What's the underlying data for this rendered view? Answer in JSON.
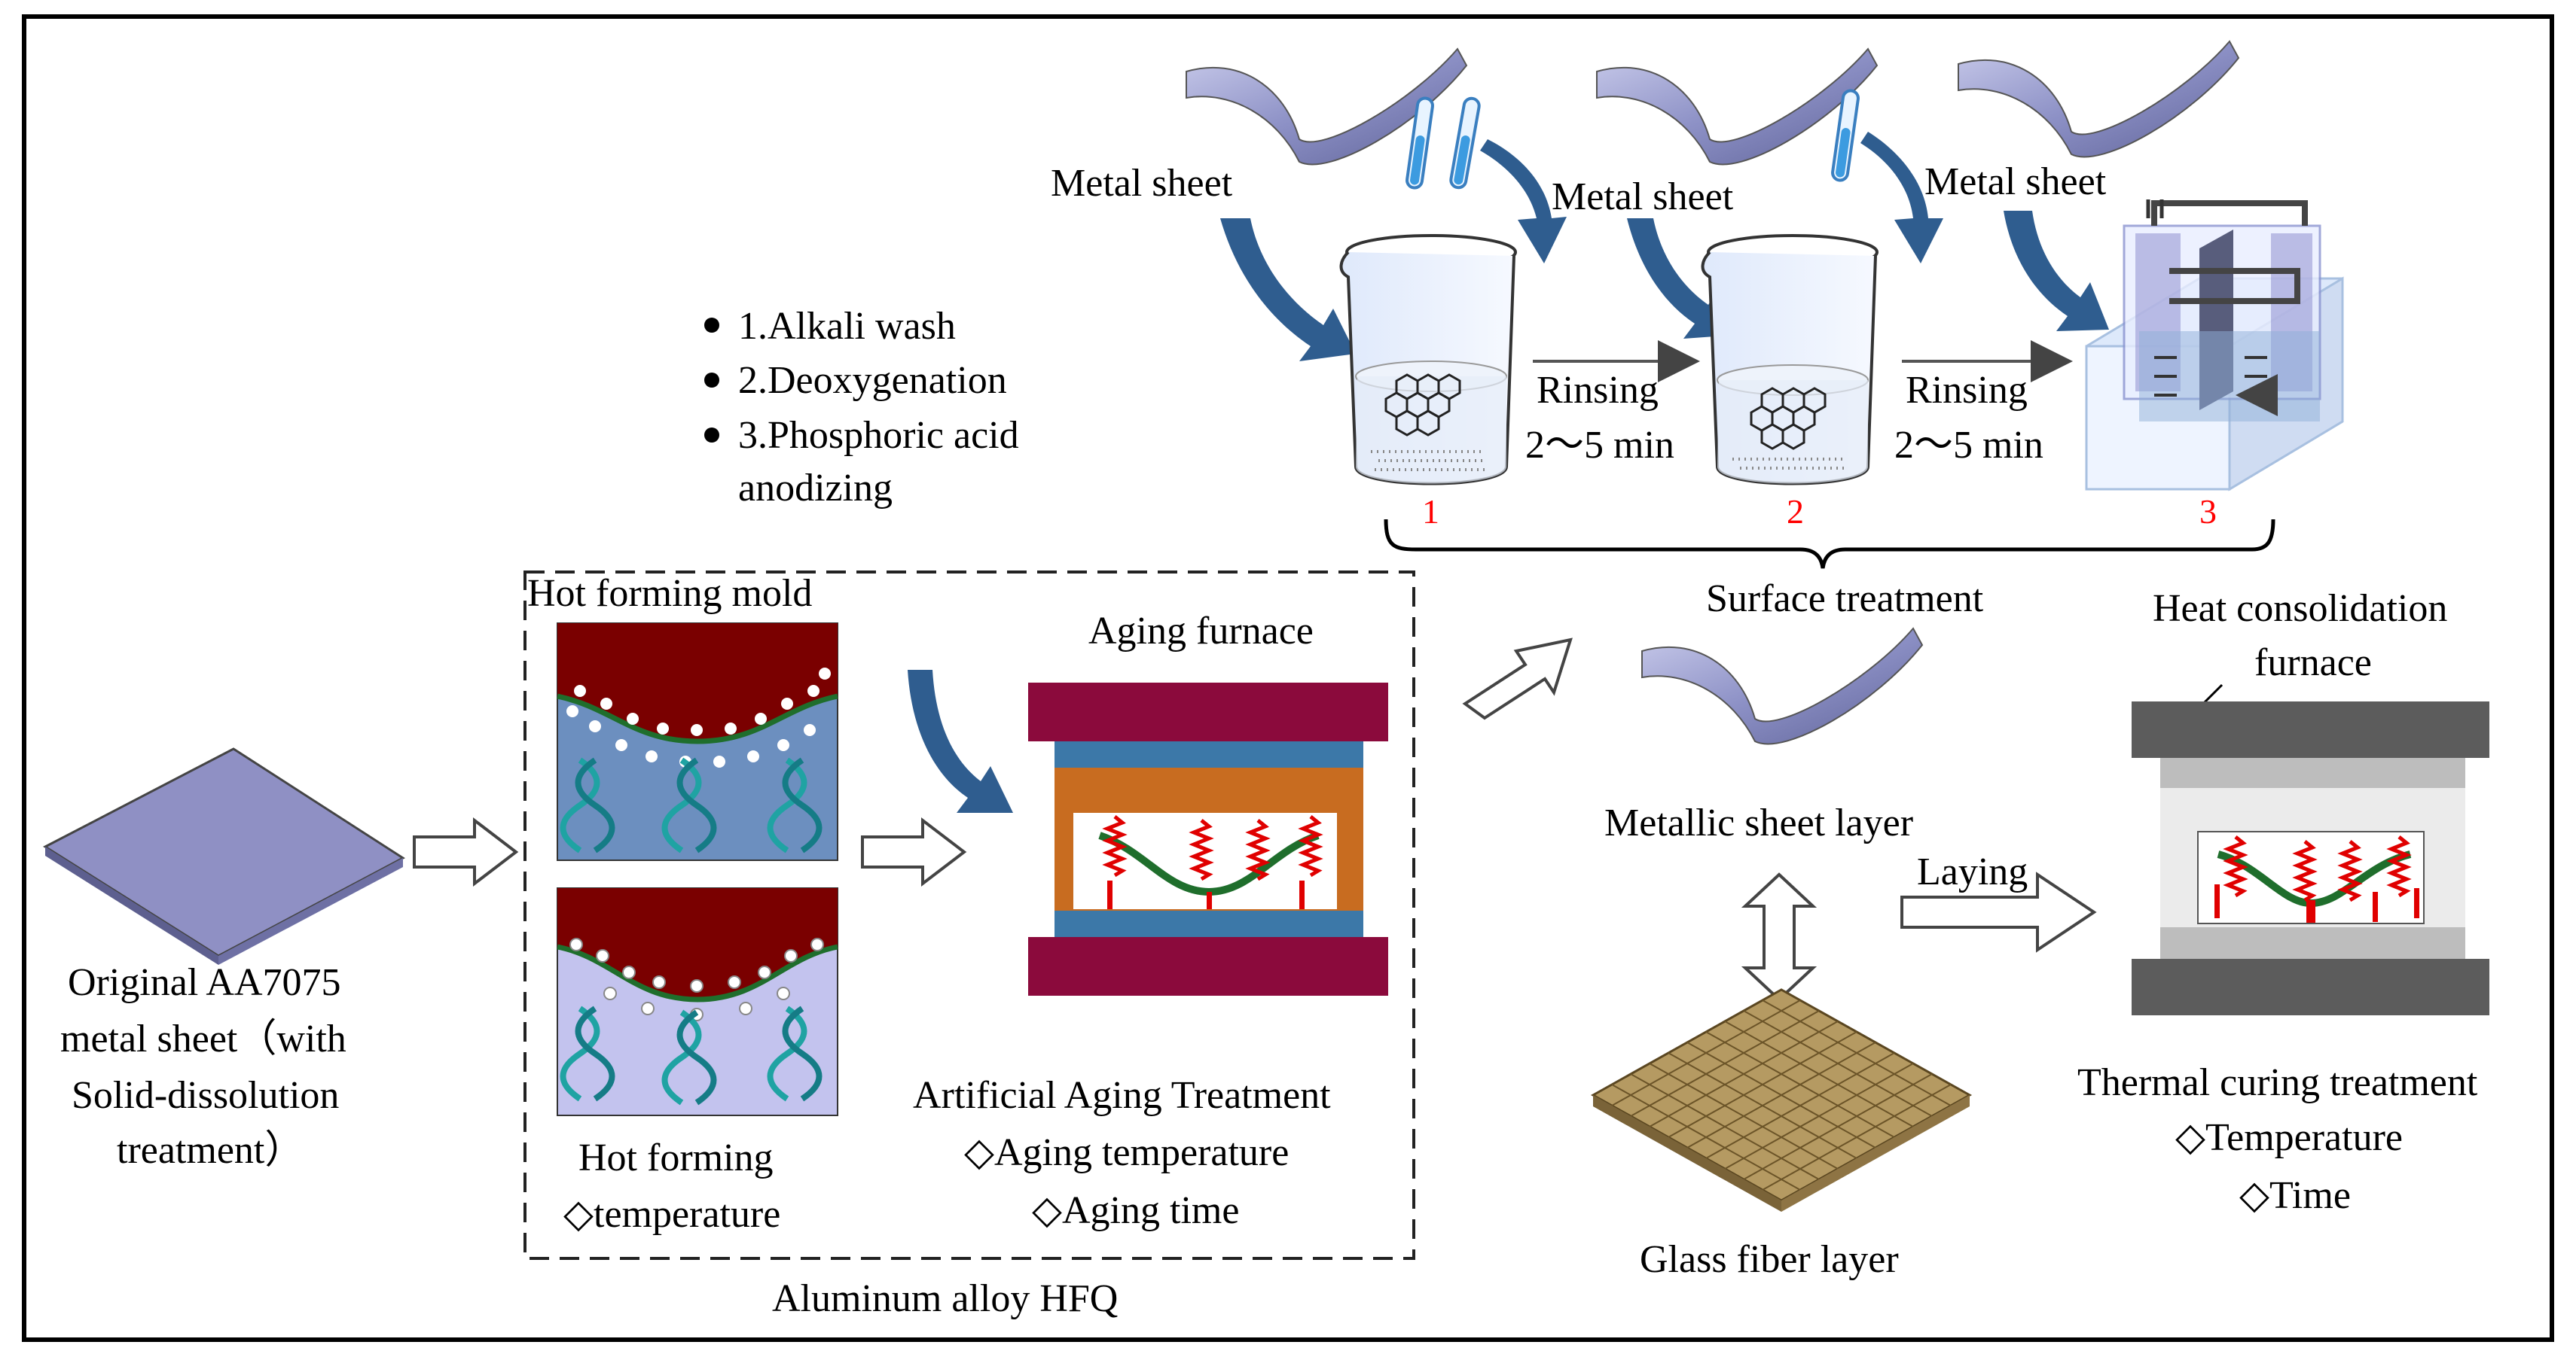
{
  "steps": {
    "metal_sheet_1": "Metal sheet",
    "metal_sheet_2": "Metal sheet",
    "metal_sheet_3": "Metal sheet",
    "bullet_1": "1.Alkali wash",
    "bullet_2": "2.Deoxygenation",
    "bullet_3a": "3.Phosphoric acid",
    "bullet_3b": "anodizing",
    "rinsing_1": "Rinsing",
    "rinsing_1_time": "2～5 min",
    "rinsing_2": "Rinsing",
    "rinsing_2_time": "2～5 min",
    "num_1": "1",
    "num_2": "2",
    "num_3": "3",
    "surface_treatment": "Surface treatment"
  },
  "original": {
    "line1": "Original AA7075",
    "line2": "metal sheet（with",
    "line3": "Solid-dissolution",
    "line4": "treatment）"
  },
  "hfq": {
    "mold_title": "Hot forming mold",
    "hot_forming": "Hot forming",
    "hot_forming_param": "◇temperature",
    "aging_furnace": "Aging furnace",
    "aging_treatment": "Artificial Aging Treatment",
    "aging_param_1": "◇Aging temperature",
    "aging_param_2": "◇Aging time",
    "caption": "Aluminum alloy HFQ"
  },
  "layers": {
    "metallic": "Metallic sheet layer",
    "laying": "Laying",
    "glass": "Glass fiber layer"
  },
  "curing": {
    "furnace_1": "Heat consolidation",
    "furnace_2": "furnace",
    "treatment": "Thermal curing treatment",
    "param_1": "◇Temperature",
    "param_2": "◇Time"
  },
  "colors": {
    "arrow_blue": "#2f5d8f",
    "mold_red": "#7a0000",
    "mold_blue": "#6c8fbf",
    "mold_lavender": "#c3c3ee",
    "spring_red": "#e00000",
    "sheet_green": "#1f6e2c",
    "furnace_orange": "#c86c20",
    "furnace_crimson": "#8b0a3c",
    "furnace_grey": "#5c5c5c",
    "sheet_purple": "#8a8fc2",
    "glass_fiber": "#b59a62"
  }
}
